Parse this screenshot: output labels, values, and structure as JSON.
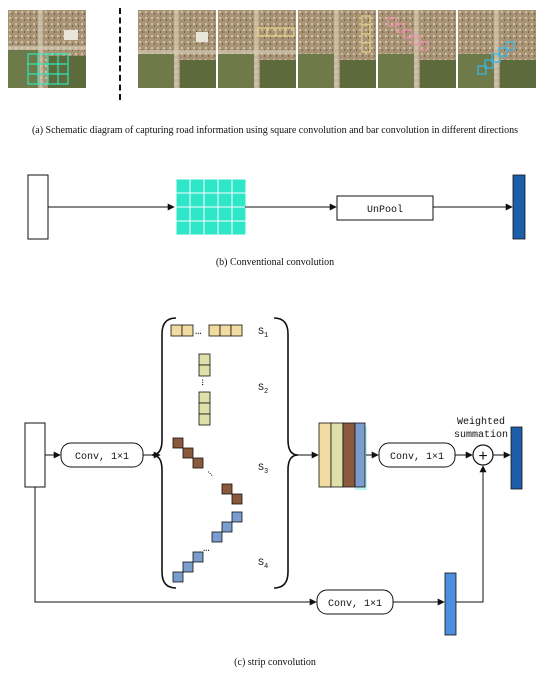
{
  "panel_a": {
    "caption": "(a) Schematic diagram of capturing road information using square convolution and bar convolution in different directions",
    "colors": {
      "square": "#2ee6b8",
      "horizontal": "#e8d48a",
      "diagonal_down": "#f08fb0",
      "diagonal_up": "#35b8e8"
    }
  },
  "panel_b": {
    "caption": "(b) Conventional convolution",
    "unpool_label": "UnPool",
    "colors": {
      "grid": "#2ee6c8",
      "output": "#1c5fa8"
    }
  },
  "panel_c": {
    "caption": "(c) strip convolution",
    "conv_left_label": "Conv, 1×1",
    "conv_right_label": "Conv, 1×1",
    "conv_bottom_label": "Conv, 1×1",
    "weighted_label_1": "Weighted",
    "weighted_label_2": "summation",
    "plus_symbol": "+",
    "strip_labels": [
      "S",
      "S",
      "S",
      "S"
    ],
    "strip_subscripts": [
      "1",
      "2",
      "3",
      "4"
    ],
    "ellipsis": "…",
    "colors": {
      "s1": "#f2dba0",
      "s2": "#dde0a8",
      "s3": "#8b5a3c",
      "s4": "#7a9ccf",
      "shortcut": "#4a8fe0",
      "output": "#1c5fa8"
    }
  }
}
